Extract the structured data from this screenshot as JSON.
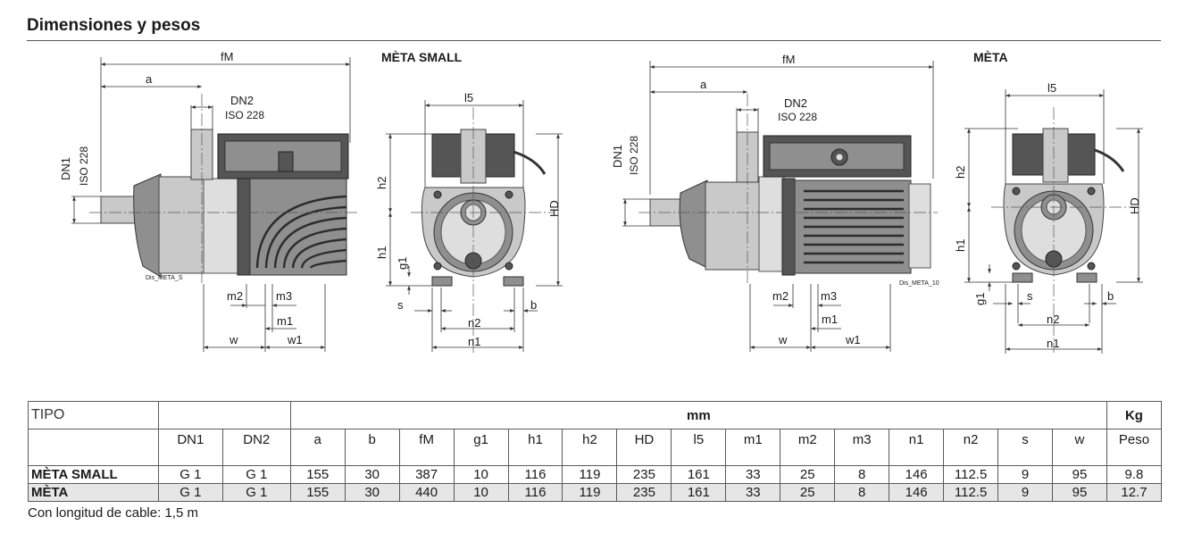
{
  "title": "Dimensiones y pesos",
  "drawings": {
    "small": {
      "name": "MÈTA SMALL",
      "tag": "Dis_META_S",
      "labels": {
        "fM": "fM",
        "a": "a",
        "DN2": "DN2",
        "iso": "ISO 228",
        "DN1": "DN1",
        "l5": "l5",
        "h2": "h2",
        "h1": "h1",
        "HD": "HD",
        "g1": "g1",
        "s": "s",
        "b": "b",
        "n1": "n1",
        "n2": "n2",
        "m1": "m1",
        "m2": "m2",
        "m3": "m3",
        "w": "w",
        "w1": "w1"
      }
    },
    "meta": {
      "name": "MÈTA",
      "tag": "Dis_META_10",
      "labels": {
        "fM": "fM",
        "a": "a",
        "DN2": "DN2",
        "iso": "ISO 228",
        "DN1": "DN1",
        "l5": "l5",
        "h2": "h2",
        "h1": "h1",
        "HD": "HD",
        "g1": "g1",
        "s": "s",
        "b": "b",
        "n1": "n1",
        "n2": "n2",
        "m1": "m1",
        "m2": "m2",
        "m3": "m3",
        "w": "w",
        "w1": "w1"
      }
    }
  },
  "table": {
    "tipo_label": "TIPO",
    "mm_label": "mm",
    "kg_label": "Kg",
    "columns": [
      "DN1",
      "DN2",
      "a",
      "b",
      "fM",
      "g1",
      "h1",
      "h2",
      "HD",
      "l5",
      "m1",
      "m2",
      "m3",
      "n1",
      "n2",
      "s",
      "w",
      "Peso"
    ],
    "rows": [
      {
        "name": "MÈTA SMALL",
        "values": [
          "G 1",
          "G 1",
          "155",
          "30",
          "387",
          "10",
          "116",
          "119",
          "235",
          "161",
          "33",
          "25",
          "8",
          "146",
          "112.5",
          "9",
          "95",
          "9.8"
        ]
      },
      {
        "name": "MÈTA",
        "values": [
          "G 1",
          "G 1",
          "155",
          "30",
          "440",
          "10",
          "116",
          "119",
          "235",
          "161",
          "33",
          "25",
          "8",
          "146",
          "112.5",
          "9",
          "95",
          "12.7"
        ]
      }
    ]
  },
  "footnote": "Con longitud de cable: 1,5 m"
}
